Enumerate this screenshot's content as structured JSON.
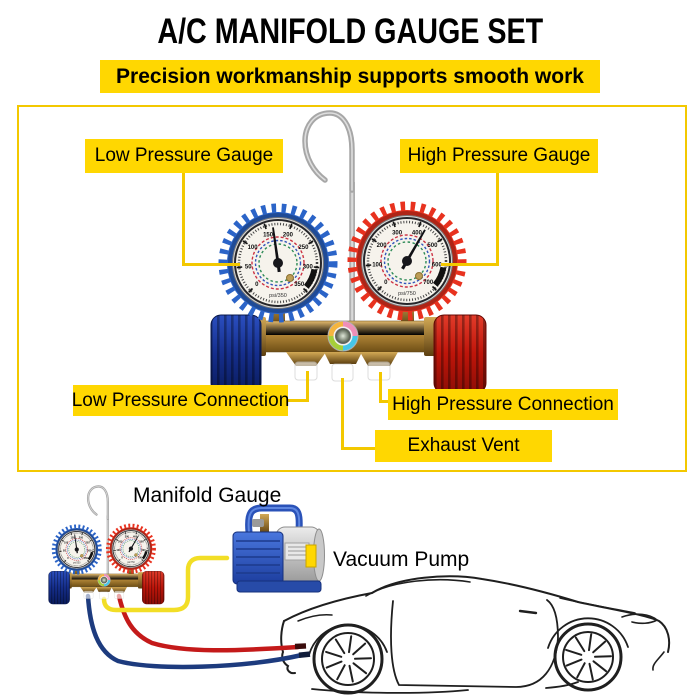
{
  "page": {
    "title": "A/C MANIFOLD GAUGE SET",
    "subtitle": "Precision workmanship supports smooth work"
  },
  "callouts": {
    "low_pressure_gauge": "Low Pressure Gauge",
    "high_pressure_gauge": "High Pressure Gauge",
    "low_pressure_connection": "Low Pressure Connection",
    "high_pressure_connection": "High Pressure Connection",
    "exhaust_vent": "Exhaust Vent"
  },
  "setup_diagram": {
    "manifold_gauge_label": "Manifold Gauge",
    "vacuum_pump_label": "Vacuum Pump"
  },
  "gauges": {
    "low": {
      "ticks": [
        "0",
        "50",
        "100",
        "150",
        "200",
        "250",
        "300",
        "350"
      ],
      "unit_label": "psi/350",
      "needle_deg": -8,
      "color": "#2B64C8"
    },
    "high": {
      "ticks": [
        "0",
        "100",
        "200",
        "300",
        "400",
        "500",
        "600",
        "700"
      ],
      "unit_label": "psi/750",
      "needle_deg": 30,
      "color": "#E8321F"
    }
  },
  "colors": {
    "accent_gold": "#FFD701",
    "connector_gold": "#F3C800",
    "low_side_blue": "#1D3FA3",
    "high_side_red": "#CC1212",
    "hose_yellow": "#F2DE26",
    "hose_red": "#C41A1A",
    "hose_blue": "#1D3B7E"
  }
}
